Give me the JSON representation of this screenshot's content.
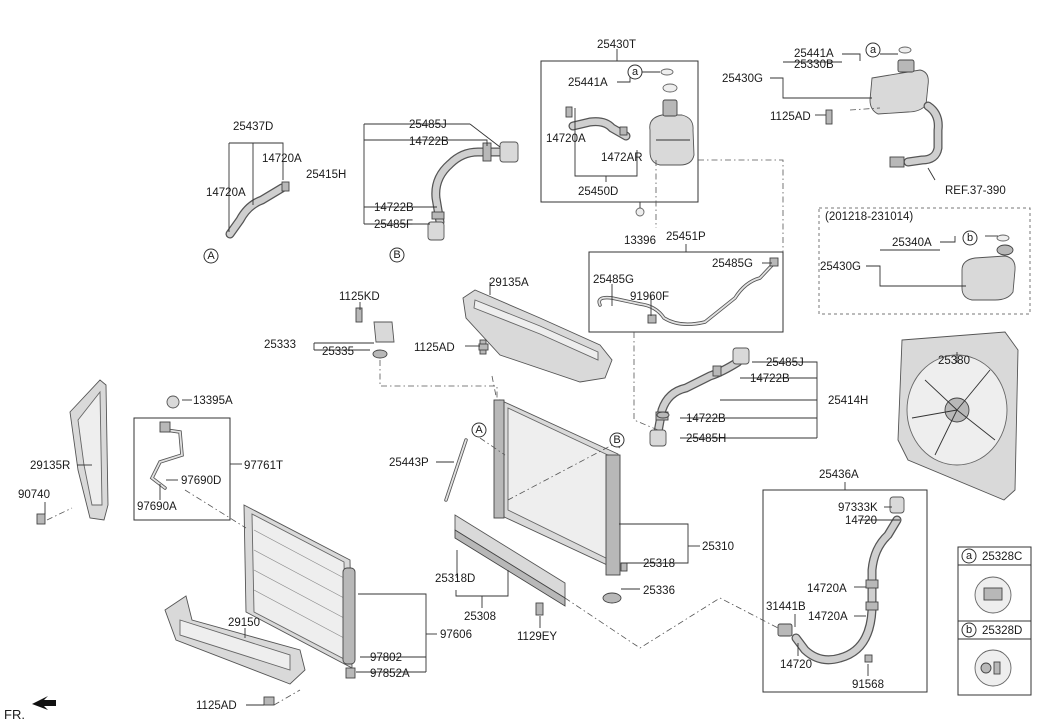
{
  "labels": {
    "p25430T": "25430T",
    "p25441A_top": "25441A",
    "p25441A_r": "25441A",
    "p25330B": "25330B",
    "p25430G_top": "25430G",
    "p1125AD_top": "1125AD",
    "p25437D": "25437D",
    "p14720A_a": "14720A",
    "p14720A_b": "14720A",
    "p14720A_c": "14720A",
    "p25485J_top": "25485J",
    "p14722B_top": "14722B",
    "p25415H": "25415H",
    "p14722B_mid": "14722B",
    "p25485F": "25485F",
    "p1472AR": "1472AR",
    "p25450D": "25450D",
    "p13396": "13396",
    "p25451P": "25451P",
    "p25485G_r": "25485G",
    "p25485G_l": "25485G",
    "p91960F": "91960F",
    "p201218": "(201218-231014)",
    "p25340A": "25340A",
    "p25430G_alt": "25430G",
    "refText": "REF.37-390",
    "p1125KD": "1125KD",
    "p29135A": "29135A",
    "p25333": "25333",
    "p25335": "25335",
    "p1125AD_mid": "1125AD",
    "p25380": "25380",
    "p25485J_mid": "25485J",
    "p14722B_b1": "14722B",
    "p25414H": "25414H",
    "p14722B_b2": "14722B",
    "p25485H": "25485H",
    "p13395A": "13395A",
    "p29135R": "29135R",
    "p97761T": "97761T",
    "p97690D": "97690D",
    "p97690A": "97690A",
    "p90740": "90740",
    "p25443P": "25443P",
    "p25436A": "25436A",
    "p97333K": "97333K",
    "p14720_top": "14720",
    "p25310": "25310",
    "p25318": "25318",
    "p25318D": "25318D",
    "p25336": "25336",
    "p25308": "25308",
    "p1129EY": "1129EY",
    "p14720A_d": "14720A",
    "p31441B": "31441B",
    "p14720A_e": "14720A",
    "p14720_bot": "14720",
    "p91568": "91568",
    "p29150": "29150",
    "p97606": "97606",
    "p97802": "97802",
    "p97852A": "97852A",
    "p1125AD_bot": "1125AD",
    "p25328C": "25328C",
    "p25328D": "25328D",
    "frText": "FR."
  },
  "markers": {
    "a": "a",
    "b": "b",
    "A": "A",
    "B": "B"
  }
}
